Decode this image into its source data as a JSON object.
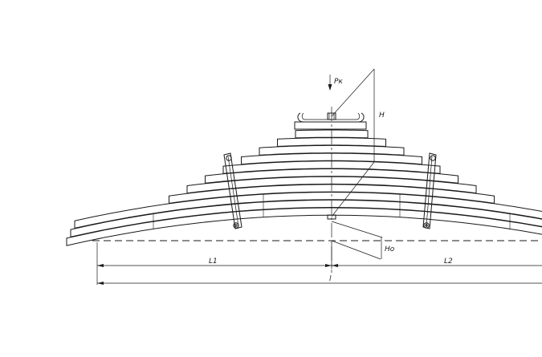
{
  "diagram": {
    "labels": {
      "load": "Pк",
      "height": "H",
      "camber": "Hо",
      "left_length": "L1",
      "right_length": "L2",
      "total_length": "l"
    },
    "leaf_count": 11,
    "stroke_color": "#1a1a1a",
    "background_color": "#ffffff"
  }
}
